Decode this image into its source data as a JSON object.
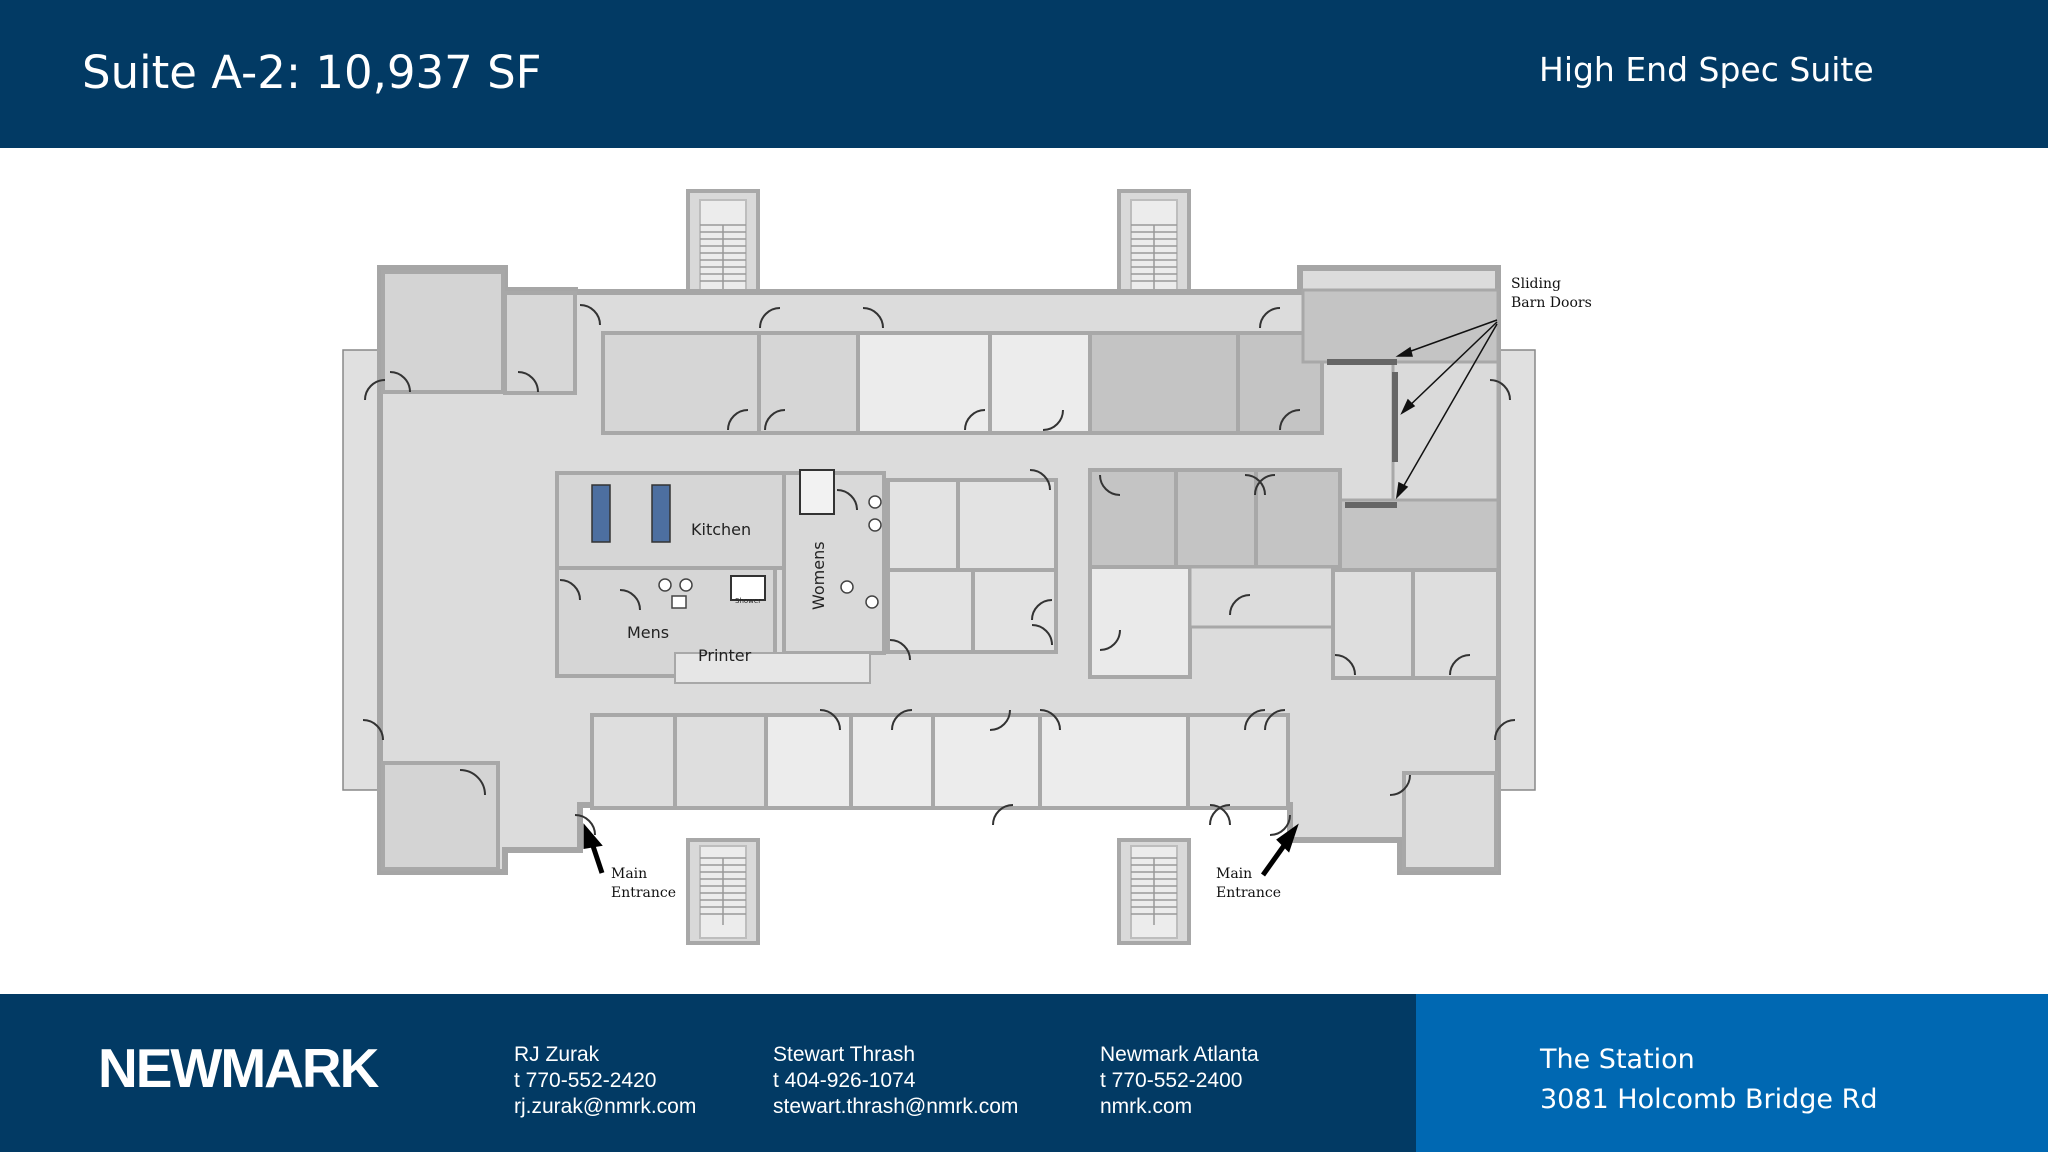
{
  "header": {
    "title": "Suite A-2: 10,937 SF",
    "subtitle": "High End Spec Suite"
  },
  "floorplan": {
    "rooms": {
      "kitchen": "Kitchen",
      "womens": "Womens",
      "mens": "Mens",
      "printer": "Printer",
      "shower": "Shower"
    },
    "annotations": {
      "barn_doors_line1": "Sliding",
      "barn_doors_line2": "Barn Doors",
      "entrance_line1": "Main",
      "entrance_line2": "Entrance"
    }
  },
  "footer": {
    "logo": "NEWMARK",
    "contacts": [
      {
        "name": "RJ Zurak",
        "phone": "t 770-552-2420",
        "email": "rj.zurak@nmrk.com"
      },
      {
        "name": "Stewart Thrash",
        "phone": "t 404-926-1074",
        "email": "stewart.thrash@nmrk.com"
      },
      {
        "name": "Newmark Atlanta",
        "phone": "t 770-552-2400",
        "email": "nmrk.com"
      }
    ],
    "property": {
      "name": "The Station",
      "address": "3081 Holcomb Bridge Rd"
    }
  },
  "colors": {
    "header_bg": "#023a64",
    "footer_bg": "#023a64",
    "footer_accent_bg": "#0068b2",
    "text": "#ffffff"
  }
}
